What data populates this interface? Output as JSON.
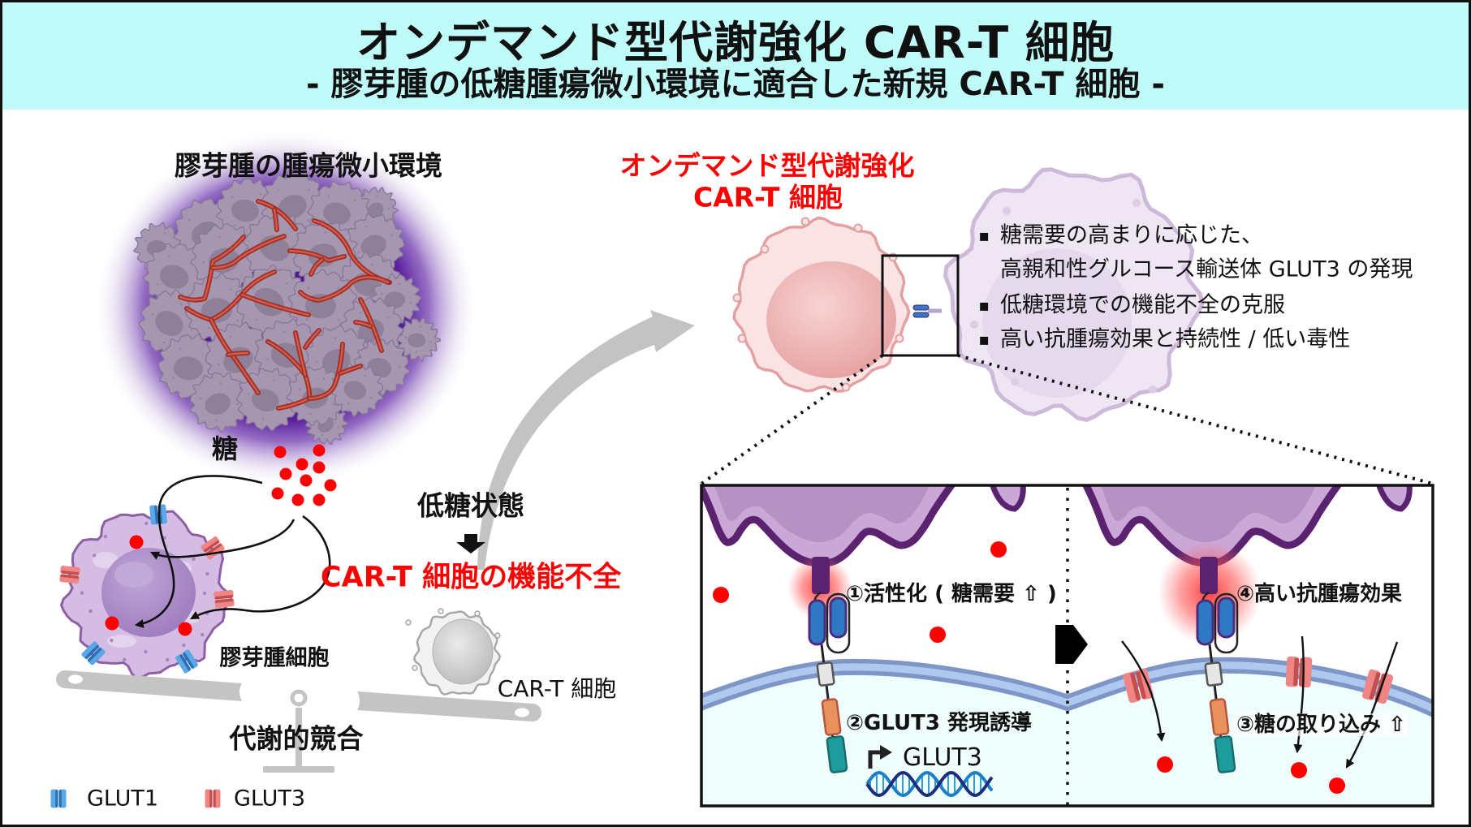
{
  "header": {
    "title": "オンデマンド型代謝強化 CAR-T 細胞",
    "subtitle": "- 膠芽腫の低糖腫瘍微小環境に適合した新規 CAR-T 細胞 -"
  },
  "left_panel": {
    "heading": "膠芽腫の腫瘍微小環境",
    "sugar_label": "糖",
    "glioma_cell_label": "膠芽腫細胞",
    "low_glucose_label": "低糖状態",
    "dysfunction_label": "CAR-T 細胞の機能不全",
    "cart_cell_label": "CAR-T 細胞",
    "competition_label": "代謝的競合"
  },
  "legend": [
    {
      "label": "GLUT1",
      "icon": "glut1-transporter-icon",
      "color": "#4A9BE0"
    },
    {
      "label": "GLUT3",
      "icon": "glut3-transporter-icon",
      "color": "#E86B6B"
    }
  ],
  "right_panel": {
    "heading": [
      "オンデマンド型代謝強化",
      "CAR-T 細胞"
    ],
    "bullet_marker": "▪",
    "bullets": [
      {
        "lines": [
          "糖需要の高まりに応じた、",
          "高親和性グルコース輸送体 GLUT3 の発現"
        ]
      },
      {
        "lines": [
          "低糖環境での機能不全の克服"
        ]
      },
      {
        "lines": [
          "高い抗腫瘍効果と持続性 / 低い毒性"
        ]
      }
    ]
  },
  "detail_panel": {
    "step1": "①活性化 ( 糖需要 ⇧ )",
    "step2": "②GLUT3 発現誘導",
    "gene_label": "GLUT3",
    "step3": "③糖の取り込み ⇧",
    "step4": "④高い抗腫瘍効果"
  },
  "colors": {
    "header_background": "#BFFBF9",
    "accent_red": "#FF0000",
    "glucose": "#FF0000",
    "glut1": "#4A9BE0",
    "glut3": "#E86B6B",
    "tumor_purple": "#5B236F"
  }
}
